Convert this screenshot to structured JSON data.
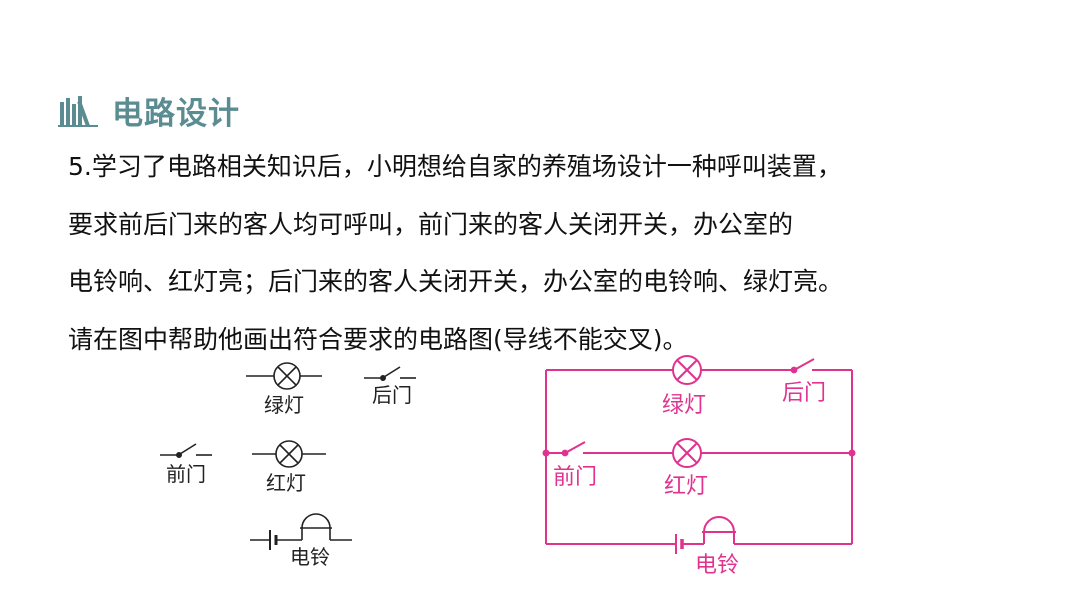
{
  "section": {
    "title": "电路设计",
    "icon": "books-icon",
    "accent_color": "#5b8c92"
  },
  "question": {
    "lines": [
      "5.学习了电路相关知识后，小明想给自家的养殖场设计一种呼叫装置，",
      "要求前后门来的客人均可呼叫，前门来的客人关闭开关，办公室的",
      "电铃响、红灯亮；后门来的客人关闭开关，办公室的电铃响、绿灯亮。",
      "请在图中帮助他画出符合要求的电路图(导线不能交叉)。"
    ]
  },
  "components": {
    "green_lamp": "绿灯",
    "back_door": "后门",
    "front_door": "前门",
    "red_lamp": "红灯",
    "bell": "电铃"
  },
  "answer_circuit": {
    "color": "#e0338f",
    "green_lamp": "绿灯",
    "back_door": "后门",
    "front_door": "前门",
    "red_lamp": "红灯",
    "bell": "电铃"
  }
}
